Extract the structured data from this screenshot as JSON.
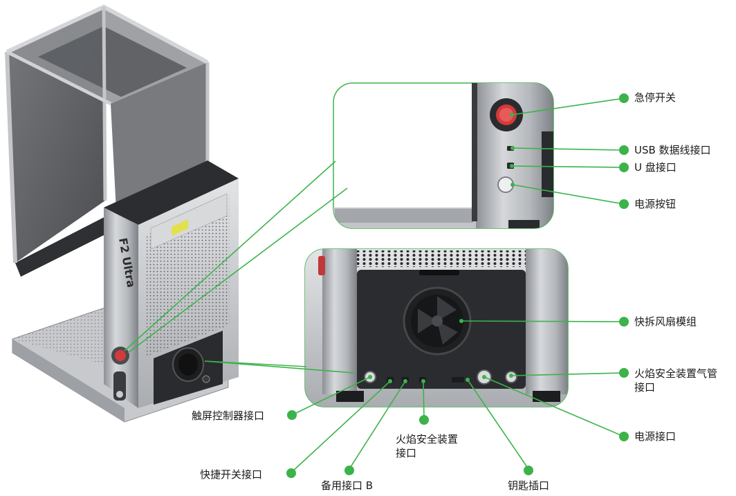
{
  "product": {
    "logo_text": "F2 Ultra",
    "accent_color": "#3cb34a"
  },
  "top_inset_labels": {
    "emergency_stop": "急停开关",
    "usb_data_port": "USB 数据线接口",
    "u_disk_port": "U 盘接口",
    "power_button": "电源按钮"
  },
  "rear_inset_labels": {
    "fan_module": "快拆风扇模组",
    "flame_safety_air_tube_port": "火焰安全装置气管\n接口",
    "power_port": "电源接口",
    "key_slot": "钥匙插口",
    "flame_safety_port": "火焰安全装置\n接口",
    "spare_port_b": "备用接口 B",
    "quick_switch_port": "快捷开关接口",
    "touchscreen_controller_port": "触屏控制器接口"
  }
}
